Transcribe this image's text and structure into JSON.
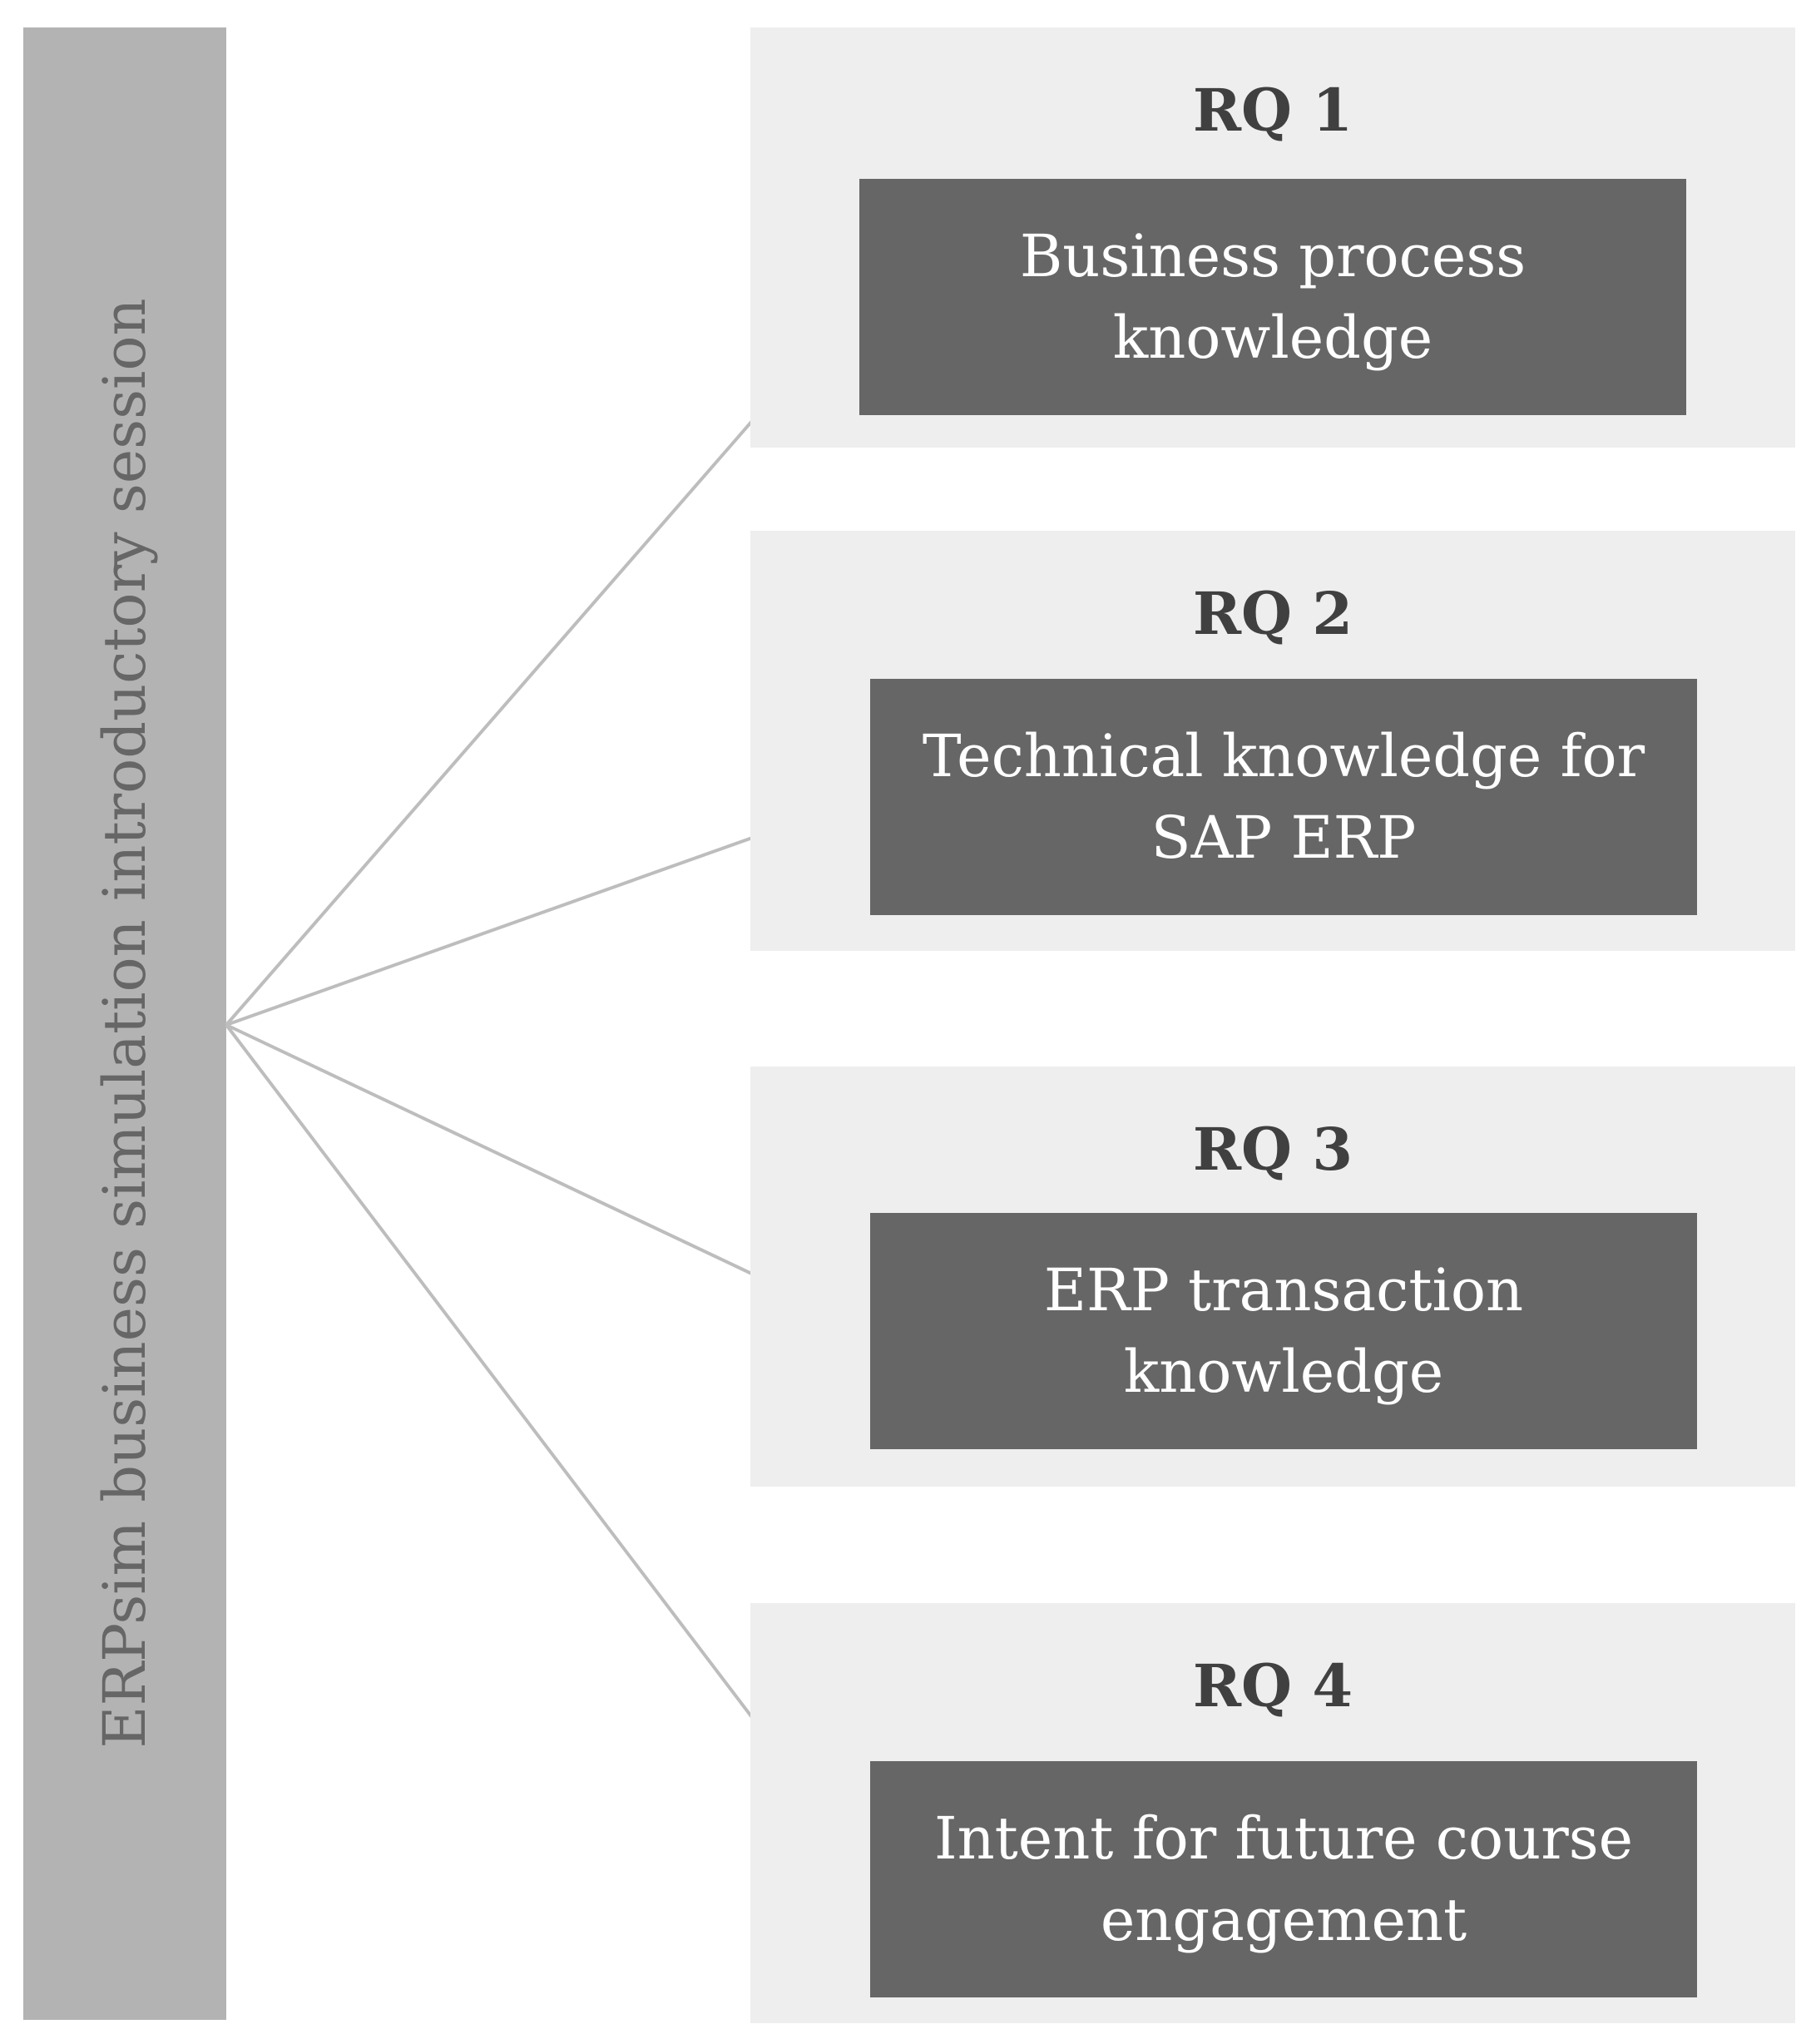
{
  "source": {
    "label": "ERPsim business simulation introductory session"
  },
  "research_questions": [
    {
      "id": "RQ 1",
      "text": "Business process knowledge"
    },
    {
      "id": "RQ 2",
      "text": "Technical knowledge for SAP ERP"
    },
    {
      "id": "RQ 3",
      "text": "ERP transaction knowledge"
    },
    {
      "id": "RQ 4",
      "text": "Intent for future course engagement"
    }
  ],
  "colors": {
    "source_bar": "#b3b3b3",
    "source_text": "#666666",
    "panel": "#eeeeee",
    "box": "#666666",
    "box_text": "#ffffff",
    "title_text": "#404040",
    "arrow": "#bdbdbd"
  }
}
